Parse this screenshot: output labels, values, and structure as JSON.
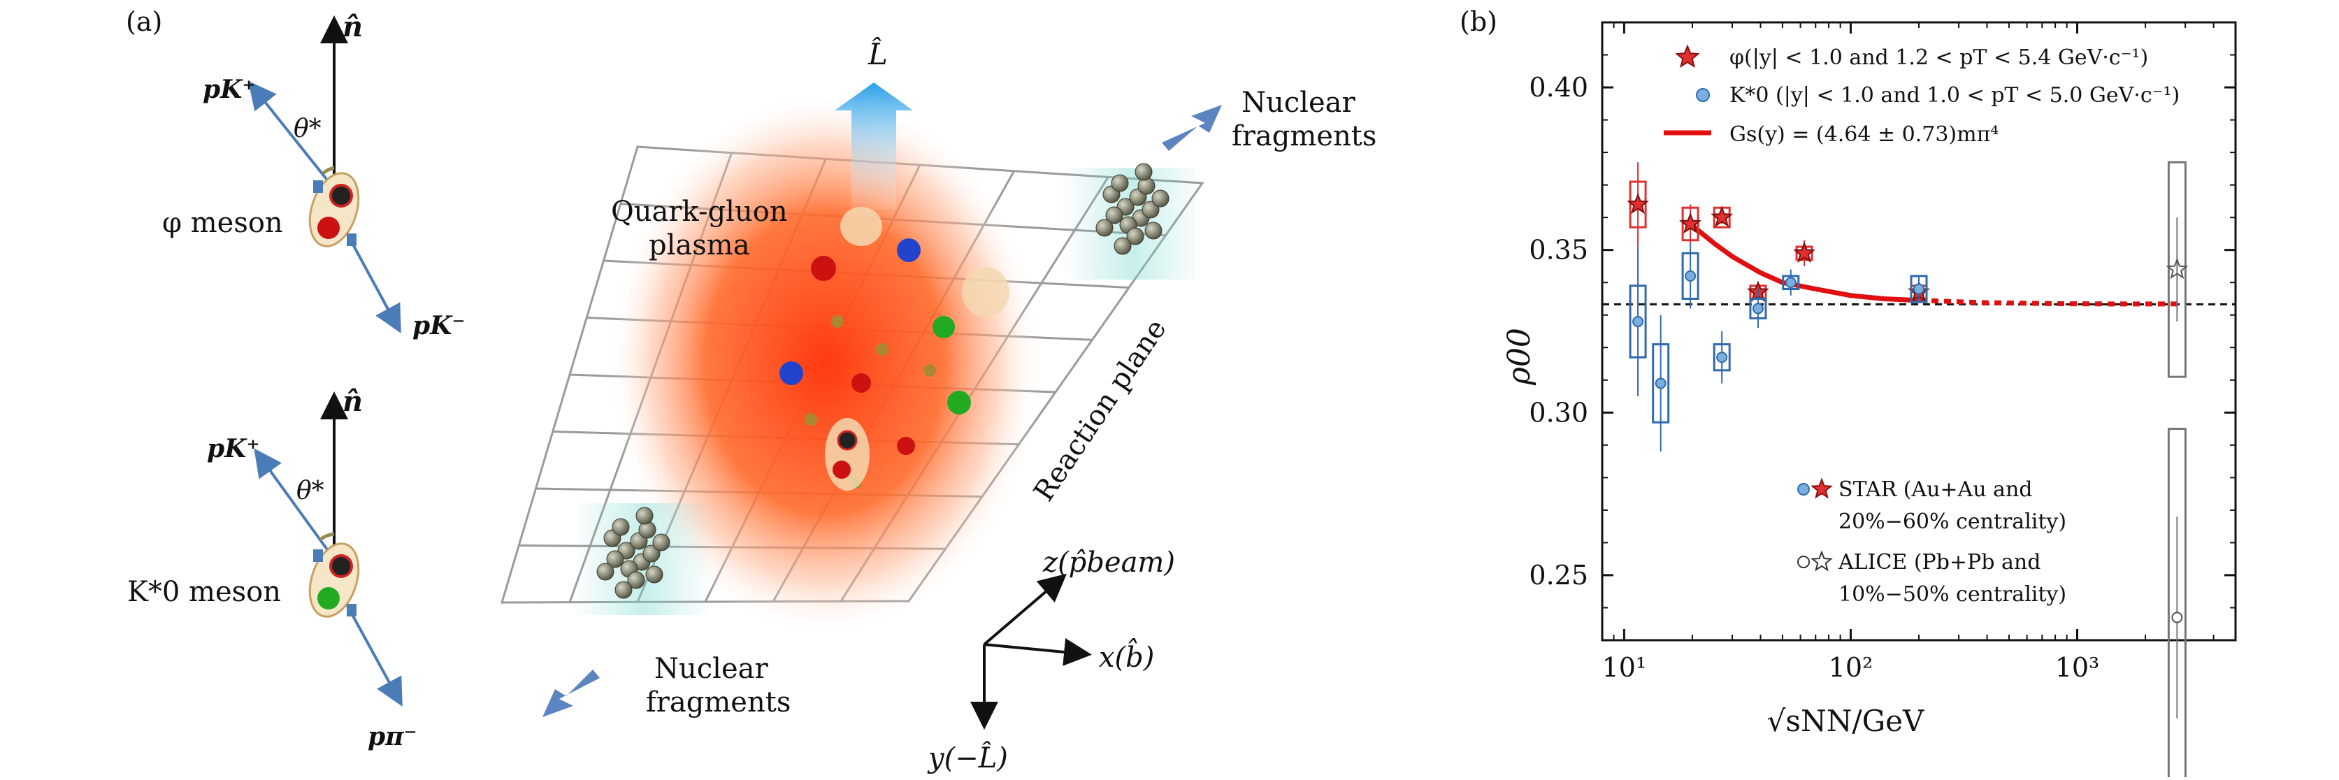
{
  "panel_a": {
    "label": "(a)",
    "phi": {
      "n_label": "n̂",
      "pK_plus": "pK⁺",
      "pK_minus": "pK⁻",
      "theta": "θ*",
      "meson": "φ meson"
    },
    "kstar": {
      "n_label": "n̂",
      "pK_plus": "pK⁺",
      "p_pi_minus": "pπ⁻",
      "theta": "θ*",
      "meson": "K*0 meson"
    },
    "scene": {
      "L_hat": "L̂",
      "qgp_line1": "Quark-gluon",
      "qgp_line2": "plasma",
      "fragments_top_1": "Nuclear",
      "fragments_top_2": "fragments",
      "fragments_bottom_1": "Nuclear",
      "fragments_bottom_2": "fragments",
      "reaction_plane": "Reaction plane",
      "axis_z": "z(p̂beam)",
      "axis_x": "x(b̂)",
      "axis_y": "y(−L̂)"
    },
    "colors": {
      "arrow_blue": "#4a7cb8",
      "plasma": "#ff5a1f",
      "quark_red": "#cc1111",
      "quark_green": "#22aa22",
      "quark_blue": "#2244cc",
      "fragment": "#7a7a62"
    }
  },
  "panel_b": {
    "label": "(b)",
    "legend_top": [
      "φ(|y| < 1.0 and 1.2 < pT < 5.4 GeV·c⁻¹)",
      "K*0 (|y| < 1.0 and 1.0 < pT < 5.0 GeV·c⁻¹)",
      "Gs(y) = (4.64 ± 0.73)mπ⁴"
    ],
    "legend_bottom": [
      [
        "STAR (Au+Au and",
        "20%−60% centrality)"
      ],
      [
        "ALICE (Pb+Pb and",
        "10%−50% centrality)"
      ]
    ]
  },
  "chart_data": {
    "type": "scatter",
    "xscale": "log",
    "xlim": [
      8,
      5000
    ],
    "ylim": [
      0.23,
      0.42
    ],
    "xlabel": "√sNN/GeV",
    "ylabel": "ρ00",
    "x_ticks": [
      "10¹",
      "10²",
      "10³"
    ],
    "y_ticks": [
      "0.25",
      "0.30",
      "0.35",
      "0.40"
    ],
    "reference_line": 0.3333,
    "series": [
      {
        "name": "φ(|y| < 1.0 and 1.2 < pT < 5.4 GeV·c⁻¹)",
        "experiment": "STAR",
        "color": "#e03030",
        "x": [
          11.5,
          19.6,
          27,
          39,
          62.4,
          200
        ],
        "y": [
          0.364,
          0.358,
          0.36,
          0.337,
          0.349,
          0.337
        ],
        "stat": [
          0.013,
          0.006,
          0.002,
          0.002,
          0.004,
          0.002
        ],
        "sys": [
          0.007,
          0.005,
          0.003,
          0.002,
          0.002,
          0.002
        ]
      },
      {
        "name": "K*0 (|y| < 1.0 and 1.0 < pT < 5.0 GeV·c⁻¹)",
        "experiment": "STAR",
        "color": "#2f6aad",
        "x": [
          11.5,
          14.5,
          19.6,
          27,
          39,
          54.4,
          200
        ],
        "y": [
          0.328,
          0.309,
          0.342,
          0.317,
          0.332,
          0.34,
          0.338
        ],
        "stat": [
          0.023,
          0.021,
          0.01,
          0.008,
          0.006,
          0.004,
          0.004
        ],
        "sys": [
          0.011,
          0.012,
          0.007,
          0.004,
          0.003,
          0.002,
          0.004
        ]
      },
      {
        "name": "ALICE φ",
        "experiment": "ALICE",
        "color": "#777777",
        "marker": "open-star",
        "x": [
          2760
        ],
        "y": [
          0.344
        ],
        "stat": [
          0.016
        ],
        "sys": [
          0.033
        ]
      },
      {
        "name": "ALICE K*0",
        "experiment": "ALICE",
        "color": "#777777",
        "marker": "open-circle",
        "x": [
          2760
        ],
        "y": [
          0.237
        ],
        "stat": [
          0.031
        ],
        "sys": [
          0.058
        ]
      }
    ],
    "curve": {
      "name": "Gs(y) = (4.64 ± 0.73)mπ⁴",
      "color": "#e01010",
      "x_solid": [
        19.6,
        25,
        30,
        40,
        50,
        70,
        100,
        140,
        200
      ],
      "y_solid": [
        0.358,
        0.352,
        0.348,
        0.343,
        0.34,
        0.338,
        0.336,
        0.335,
        0.3345
      ],
      "x_dashed": [
        200,
        400,
        800,
        1500,
        2760
      ],
      "y_dashed": [
        0.3345,
        0.3338,
        0.3335,
        0.3334,
        0.3334
      ]
    }
  }
}
